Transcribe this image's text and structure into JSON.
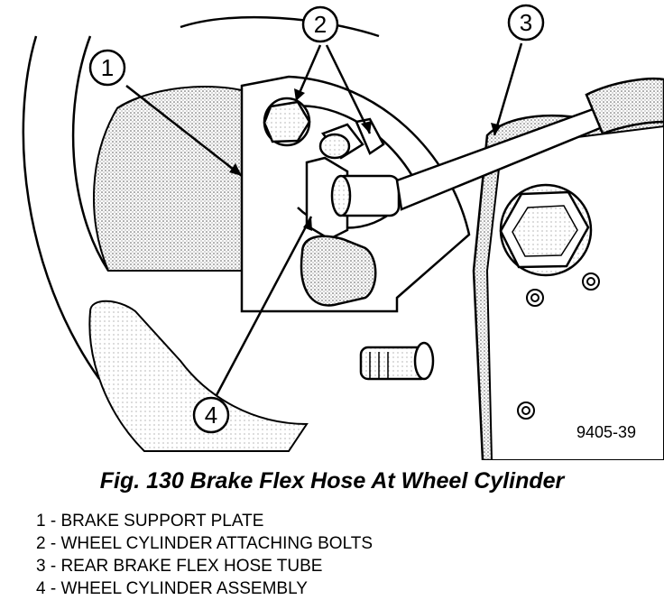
{
  "figure": {
    "id_label": "9405-39",
    "caption": "Fig. 130 Brake Flex Hose At Wheel Cylinder",
    "callouts": [
      "1",
      "2",
      "3",
      "4"
    ]
  },
  "legend": [
    "1 - BRAKE SUPPORT PLATE",
    "2 - WHEEL CYLINDER ATTACHING BOLTS",
    "3 - REAR BRAKE FLEX HOSE TUBE",
    "4 - WHEEL CYLINDER ASSEMBLY"
  ]
}
